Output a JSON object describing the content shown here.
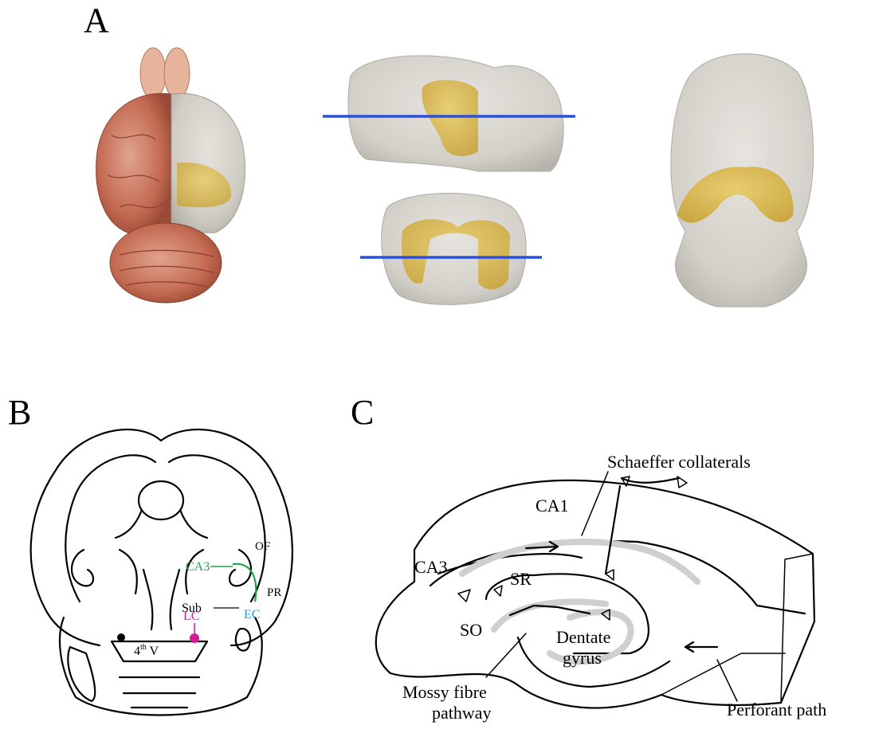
{
  "panels": {
    "a": {
      "letter": "A"
    },
    "b": {
      "letter": "B",
      "labels": {
        "of": "OF",
        "pr": "PR",
        "ca3": "CA3",
        "sub": "Sub",
        "ec": "EC",
        "lc": "LC",
        "fourth_v_num": "4",
        "fourth_v_sup": "th",
        "fourth_v_suffix": " V"
      }
    },
    "c": {
      "letter": "C",
      "labels": {
        "schaeffer": "Schaeffer collaterals",
        "ca1": "CA1",
        "ca3": "CA3",
        "sr": "SR",
        "so": "SO",
        "dentate_1": "Dentate",
        "dentate_2": "gyrus",
        "mossy_1": "Mossy fibre",
        "mossy_2": "pathway",
        "perforant": "Perforant path"
      }
    }
  },
  "colors": {
    "cut_line": "#2a50e0",
    "highlight": "#d6b54a",
    "ca3_green": "#1fa34a",
    "ec_blue": "#2a9be0",
    "lc_magenta": "#d21a9b",
    "brain_pink": "#c8705a",
    "translucent_gray": "#c9c7c0"
  }
}
